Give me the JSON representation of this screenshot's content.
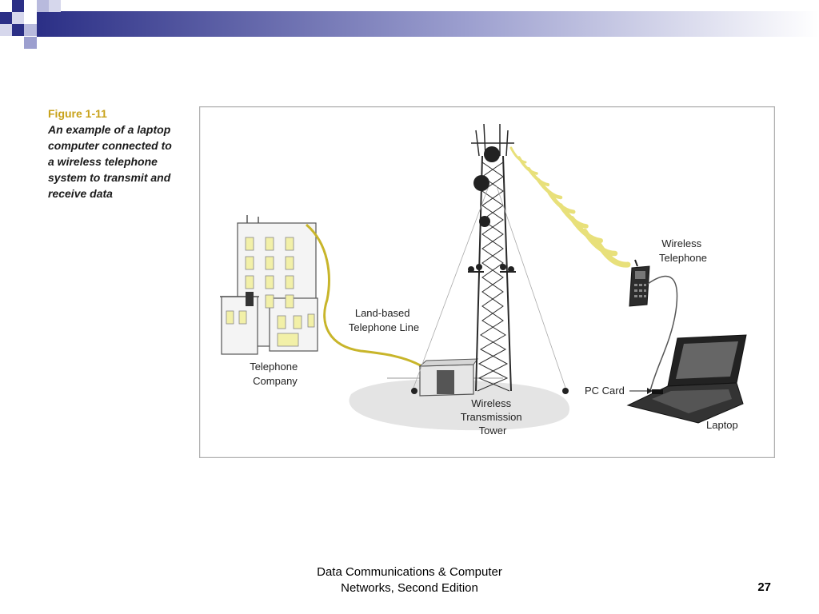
{
  "caption": {
    "figure_label": "Figure 1-11",
    "lines": [
      "An example of a laptop",
      "computer connected to",
      "a wireless telephone",
      "system to transmit and",
      "receive data"
    ]
  },
  "diagram": {
    "labels": {
      "telephone_company": [
        "Telephone",
        "Company"
      ],
      "land_line": [
        "Land-based",
        "Telephone Line"
      ],
      "tower": [
        "Wireless",
        "Transmission",
        "Tower"
      ],
      "wireless_telephone": [
        "Wireless",
        "Telephone"
      ],
      "pc_card": "PC Card",
      "laptop": "Laptop"
    },
    "colors": {
      "cable": "#c8b52a",
      "signal": "#e8e07a",
      "header_navy": "#2b2f86",
      "building_window": "#f2f0a8"
    }
  },
  "footer": {
    "lines": [
      "Data Communications & Computer",
      "Networks, Second Edition"
    ],
    "page_number": "27"
  }
}
